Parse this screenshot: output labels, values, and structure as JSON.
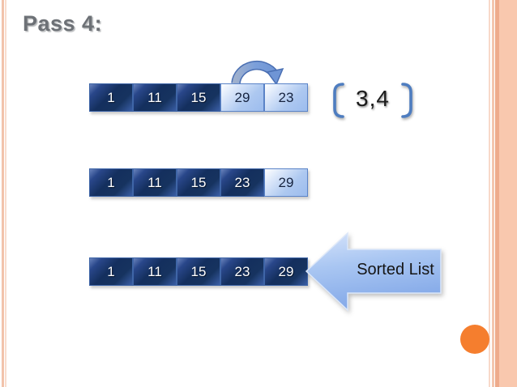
{
  "slide": {
    "title": "Pass 4:",
    "rows": [
      {
        "cells": [
          "1",
          "11",
          "15",
          "29",
          "23"
        ]
      },
      {
        "cells": [
          "1",
          "11",
          "15",
          "23",
          "29"
        ]
      },
      {
        "cells": [
          "1",
          "11",
          "15",
          "23",
          "29"
        ]
      }
    ],
    "swap_label": "3,4",
    "sorted_list_label": "Sorted List"
  },
  "icons": {
    "swap_arrow": "curved-swap-arrow",
    "sorted_arrow": "left-pointing-block-arrow",
    "accent_circle": "orange-dot"
  },
  "colors": {
    "dark_cell": "#142f5e",
    "light_cell": "#a9c6f0",
    "arrow_blue": "#6f95d5",
    "bracket_blue": "#4e7dc0",
    "accent_orange": "#f57e2e",
    "stripe_salmon": "#f9c8ae",
    "title_gray": "#6d7176"
  }
}
